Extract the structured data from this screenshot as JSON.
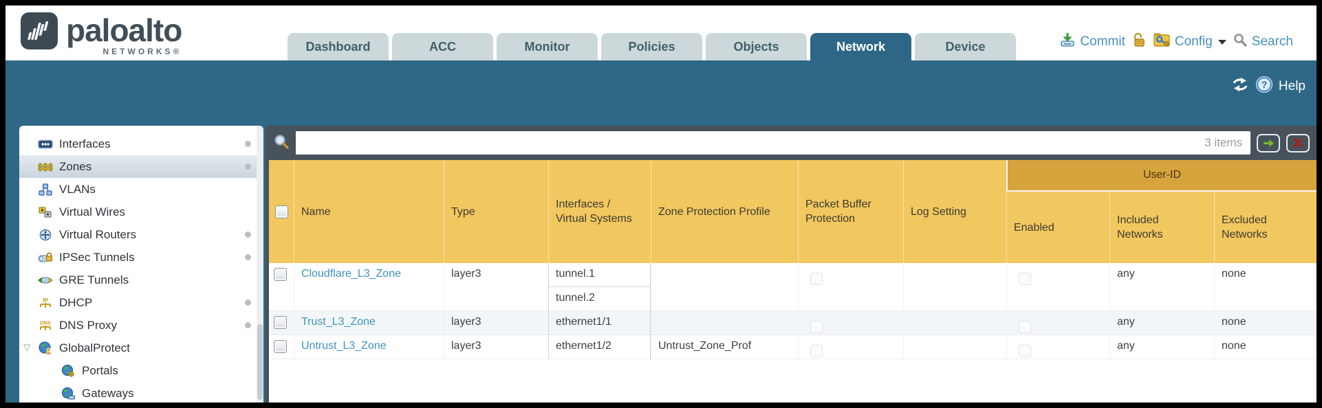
{
  "brand": {
    "name": "paloalto",
    "sub": "NETWORKS®"
  },
  "nav": {
    "tabs": [
      {
        "label": "Dashboard",
        "active": false
      },
      {
        "label": "ACC",
        "active": false
      },
      {
        "label": "Monitor",
        "active": false
      },
      {
        "label": "Policies",
        "active": false
      },
      {
        "label": "Objects",
        "active": false
      },
      {
        "label": "Network",
        "active": true
      },
      {
        "label": "Device",
        "active": false
      }
    ],
    "actions": {
      "commit_label": "Commit",
      "config_label": "Config",
      "search_label": "Search"
    }
  },
  "workspace": {
    "help_label": "Help"
  },
  "sidebar": {
    "items": [
      {
        "label": "Interfaces",
        "icon": "interfaces-icon",
        "dot": true,
        "selected": false
      },
      {
        "label": "Zones",
        "icon": "zones-icon",
        "dot": true,
        "selected": true
      },
      {
        "label": "VLANs",
        "icon": "vlans-icon",
        "dot": false,
        "selected": false
      },
      {
        "label": "Virtual Wires",
        "icon": "virtual-wires-icon",
        "dot": false,
        "selected": false
      },
      {
        "label": "Virtual Routers",
        "icon": "virtual-routers-icon",
        "dot": true,
        "selected": false
      },
      {
        "label": "IPSec Tunnels",
        "icon": "ipsec-tunnels-icon",
        "dot": true,
        "selected": false
      },
      {
        "label": "GRE Tunnels",
        "icon": "gre-tunnels-icon",
        "dot": false,
        "selected": false
      },
      {
        "label": "DHCP",
        "icon": "dhcp-icon",
        "dot": true,
        "selected": false
      },
      {
        "label": "DNS Proxy",
        "icon": "dns-proxy-icon",
        "dot": true,
        "selected": false
      },
      {
        "label": "GlobalProtect",
        "icon": "globalprotect-icon",
        "dot": false,
        "selected": false,
        "expanded": true
      },
      {
        "label": "Portals",
        "icon": "portals-icon",
        "dot": false,
        "selected": false,
        "child": true
      },
      {
        "label": "Gateways",
        "icon": "gateways-icon",
        "dot": false,
        "selected": false,
        "child": true
      }
    ]
  },
  "filterbar": {
    "query_value": "",
    "query_placeholder": "",
    "count_label": "3 items"
  },
  "table": {
    "group_header": "User-ID",
    "columns": [
      "Name",
      "Type",
      "Interfaces / Virtual Systems",
      "Zone Protection Profile",
      "Packet Buffer Protection",
      "Log Setting",
      "Enabled",
      "Included Networks",
      "Excluded Networks"
    ],
    "rows": [
      {
        "name": "Cloudflare_L3_Zone",
        "type": "layer3",
        "interfaces": [
          "tunnel.1",
          "tunnel.2"
        ],
        "zone_protection_profile": "",
        "packet_buffer_protection": false,
        "log_setting": "",
        "user_id_enabled": false,
        "included_networks": "any",
        "excluded_networks": "none"
      },
      {
        "name": "Trust_L3_Zone",
        "type": "layer3",
        "interfaces": [
          "ethernet1/1"
        ],
        "zone_protection_profile": "",
        "packet_buffer_protection": false,
        "log_setting": "",
        "user_id_enabled": false,
        "included_networks": "any",
        "excluded_networks": "none"
      },
      {
        "name": "Untrust_L3_Zone",
        "type": "layer3",
        "interfaces": [
          "ethernet1/2"
        ],
        "zone_protection_profile": "Untrust_Zone_Prof",
        "packet_buffer_protection": false,
        "log_setting": "",
        "user_id_enabled": false,
        "included_networks": "any",
        "excluded_networks": "none"
      }
    ]
  }
}
